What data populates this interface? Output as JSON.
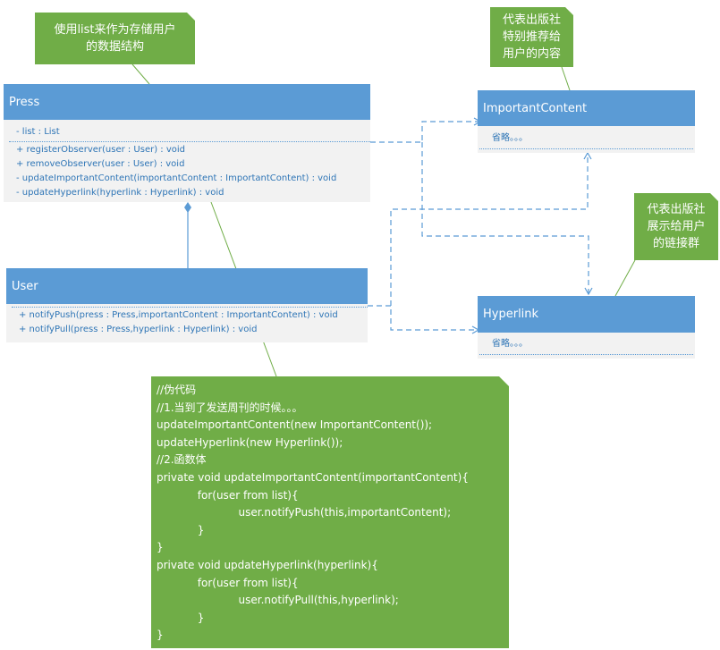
{
  "notes": {
    "press_note": [
      "使用list来作为存储用户",
      "的数据结构"
    ],
    "important_note": [
      "代表出版社",
      "特别推荐给",
      "用户的内容"
    ],
    "hyperlink_note": [
      "代表出版社",
      "展示给用户",
      "的链接群"
    ]
  },
  "press": {
    "name": "Press",
    "attributes": [
      "- list : List"
    ],
    "methods": [
      "+ registerObserver(user : User) : void",
      "+ removeObserver(user : User) : void",
      "- updateImportantContent(importantContent : ImportantContent) : void",
      "- updateHyperlink(hyperlink : Hyperlink) : void"
    ]
  },
  "user": {
    "name": "User",
    "methods": [
      "+ notifyPush(press : Press,importantContent : ImportantContent) : void",
      "+ notifyPull(press : Press,hyperlink : Hyperlink) : void"
    ]
  },
  "important_content": {
    "name": "ImportantContent",
    "body": "省略。。。"
  },
  "hyperlink": {
    "name": "Hyperlink",
    "body": "省略。。。"
  },
  "pseudocode": [
    "//伪代码",
    "//1.当到了发送周刊的时候。。。",
    "updateImportantContent(new ImportantContent());",
    "updateHyperlink(new Hyperlink());",
    "//2.函数体",
    "private void updateImportantContent(importantContent){",
    "            for(user from list){",
    "                        user.notifyPush(this,importantContent);",
    "            }",
    "}",
    "private void updateHyperlink(hyperlink){",
    "            for(user from list){",
    "                        user.notifyPull(this,hyperlink);",
    "            }",
    "}"
  ],
  "colors": {
    "class_header": "#5b9bd5",
    "class_body": "#f2f2f2",
    "note": "#70ad47",
    "connector": "#5b9bd5",
    "note_link": "#70ad47"
  }
}
